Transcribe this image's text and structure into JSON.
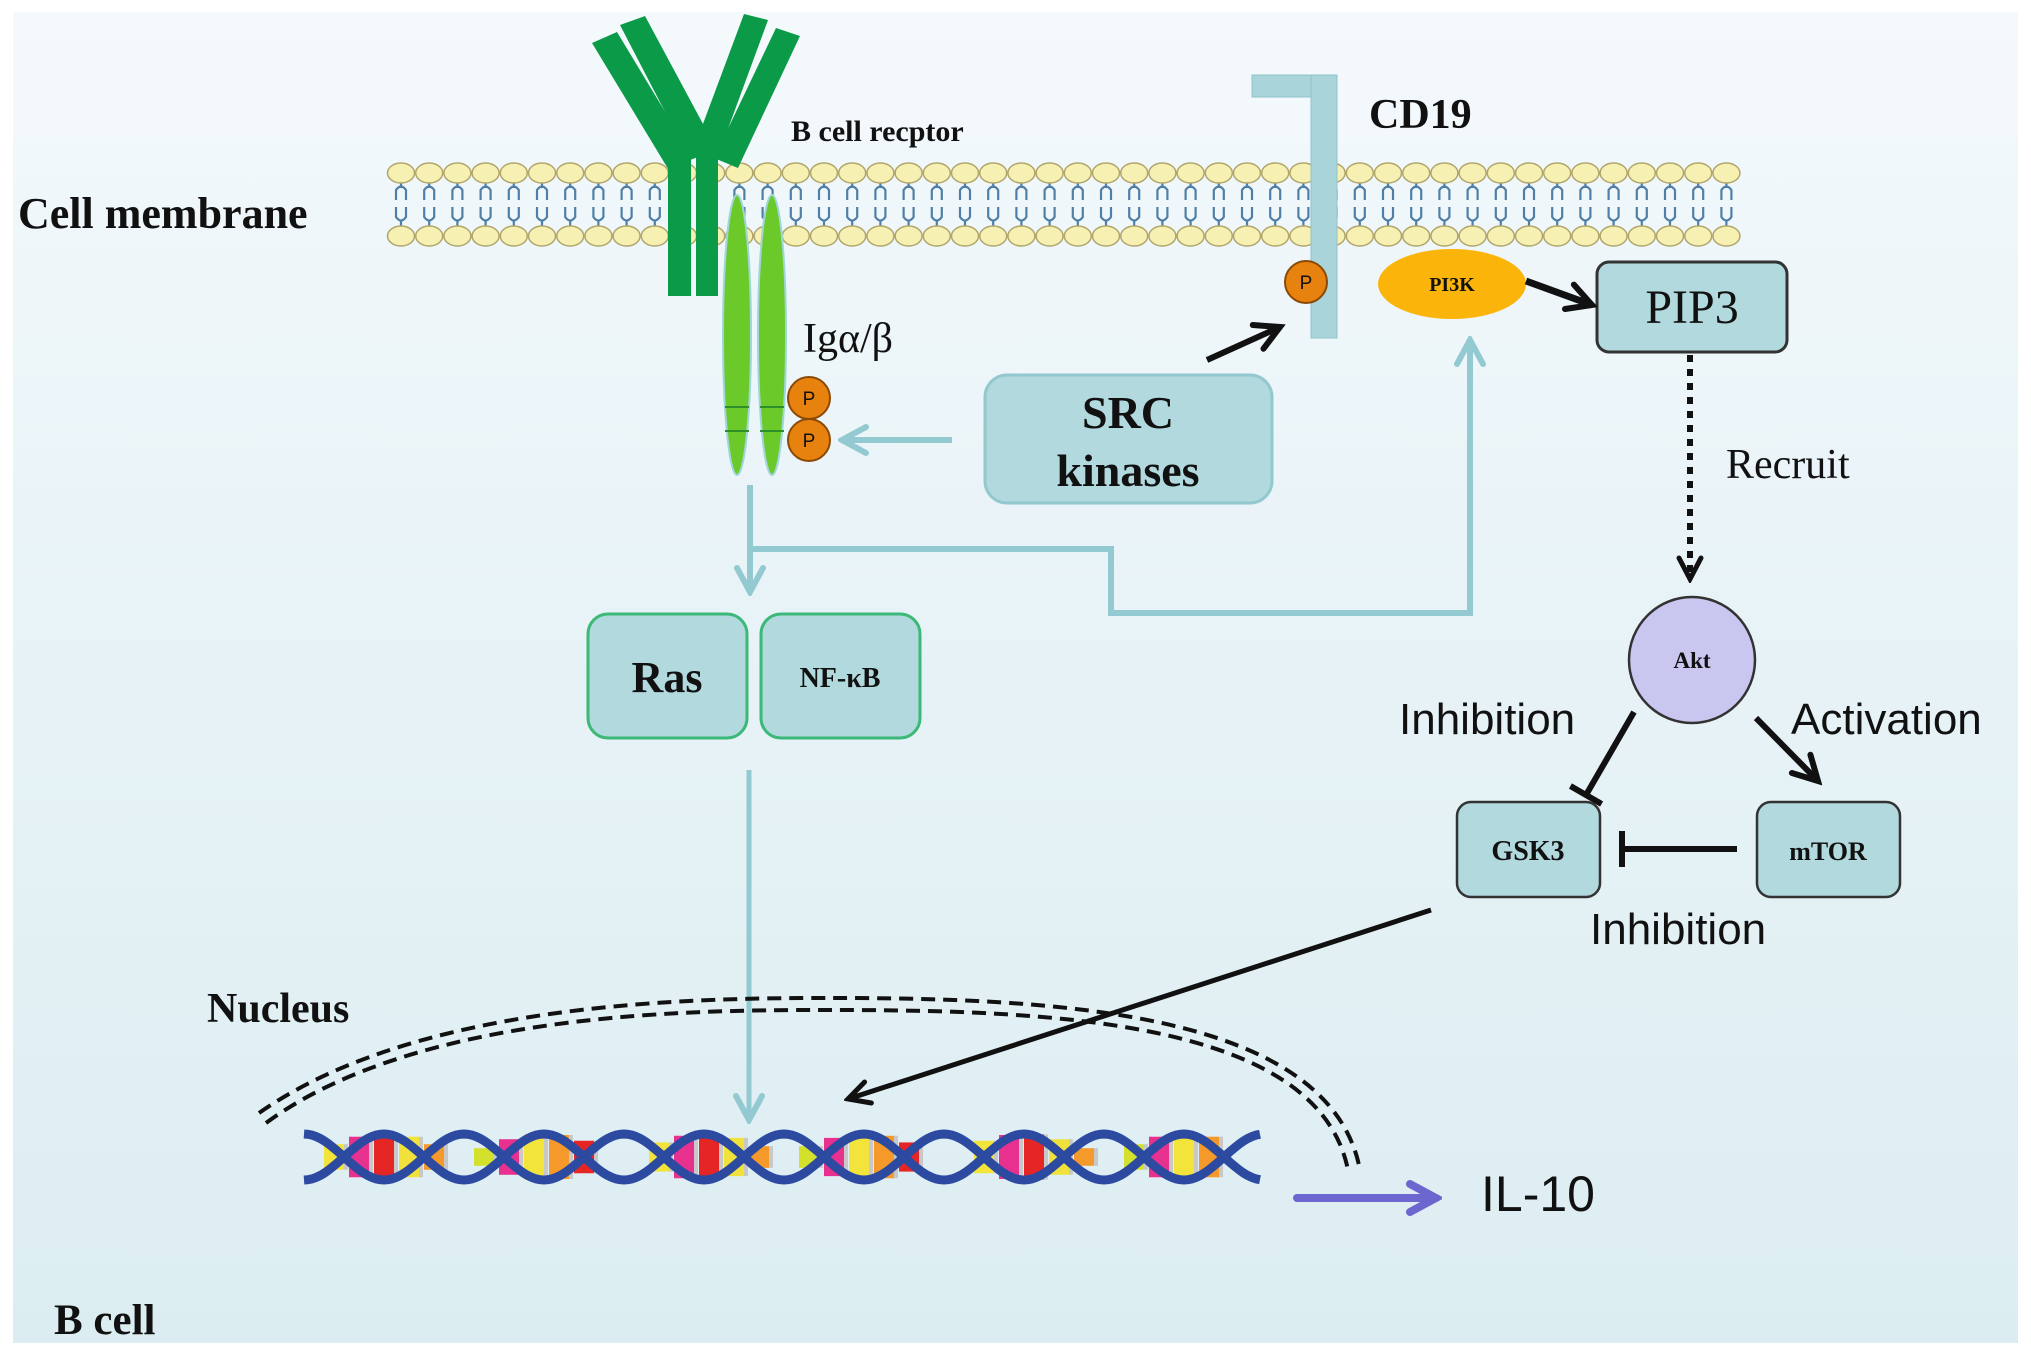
{
  "figure": {
    "labels": {
      "cell_membrane": "Cell membrane",
      "b_cell_receptor": "B cell recptor",
      "cd19": "CD19",
      "ig_alpha_beta": "Igα/β",
      "recruit": "Recruit",
      "inhibition_akt_gsk3": "Inhibition",
      "activation_akt_mtor": "Activation",
      "inhibition_mtor_gsk3": "Inhibition",
      "nucleus": "Nucleus",
      "b_cell": "B cell",
      "il10": "IL-10"
    },
    "nodes": {
      "src_line1": "SRC",
      "src_line2": "kinases",
      "pi3k": "PI3K",
      "pip3": "PIP3",
      "ras": "Ras",
      "nfkb": "NF-κB",
      "akt": "Akt",
      "gsk3": "GSK3",
      "mtor": "mTOR",
      "phospho": "P"
    },
    "colors": {
      "bcr_green": "#0a9a48",
      "ig_green": "#6cc92a",
      "cyan_box": "#b1d9de",
      "cyan_line": "#93cad1",
      "phospho_orange": "#e8820e",
      "pi3k_yellow": "#fbb40a",
      "akt_purple": "#c9c6ef",
      "il10_arrow": "#6c67cf",
      "lipid_head": "#f7f0b3"
    },
    "edges": [
      {
        "from": "SRC kinases",
        "to": "Igα/β P",
        "type": "activation"
      },
      {
        "from": "SRC kinases",
        "to": "CD19 P",
        "type": "activation"
      },
      {
        "from": "Igα/β",
        "to": "Ras / NF-κB",
        "type": "activation"
      },
      {
        "from": "Igα/β",
        "to": "PI3K",
        "type": "activation"
      },
      {
        "from": "PI3K",
        "to": "PIP3",
        "type": "activation"
      },
      {
        "from": "PIP3",
        "to": "Akt",
        "type": "recruit"
      },
      {
        "from": "Akt",
        "to": "GSK3",
        "type": "inhibition"
      },
      {
        "from": "Akt",
        "to": "mTOR",
        "type": "activation"
      },
      {
        "from": "mTOR",
        "to": "GSK3",
        "type": "inhibition"
      },
      {
        "from": "GSK3",
        "to": "DNA",
        "type": "activation"
      },
      {
        "from": "Ras / NF-κB",
        "to": "DNA",
        "type": "activation"
      },
      {
        "from": "DNA",
        "to": "IL-10",
        "type": "expression"
      }
    ]
  }
}
